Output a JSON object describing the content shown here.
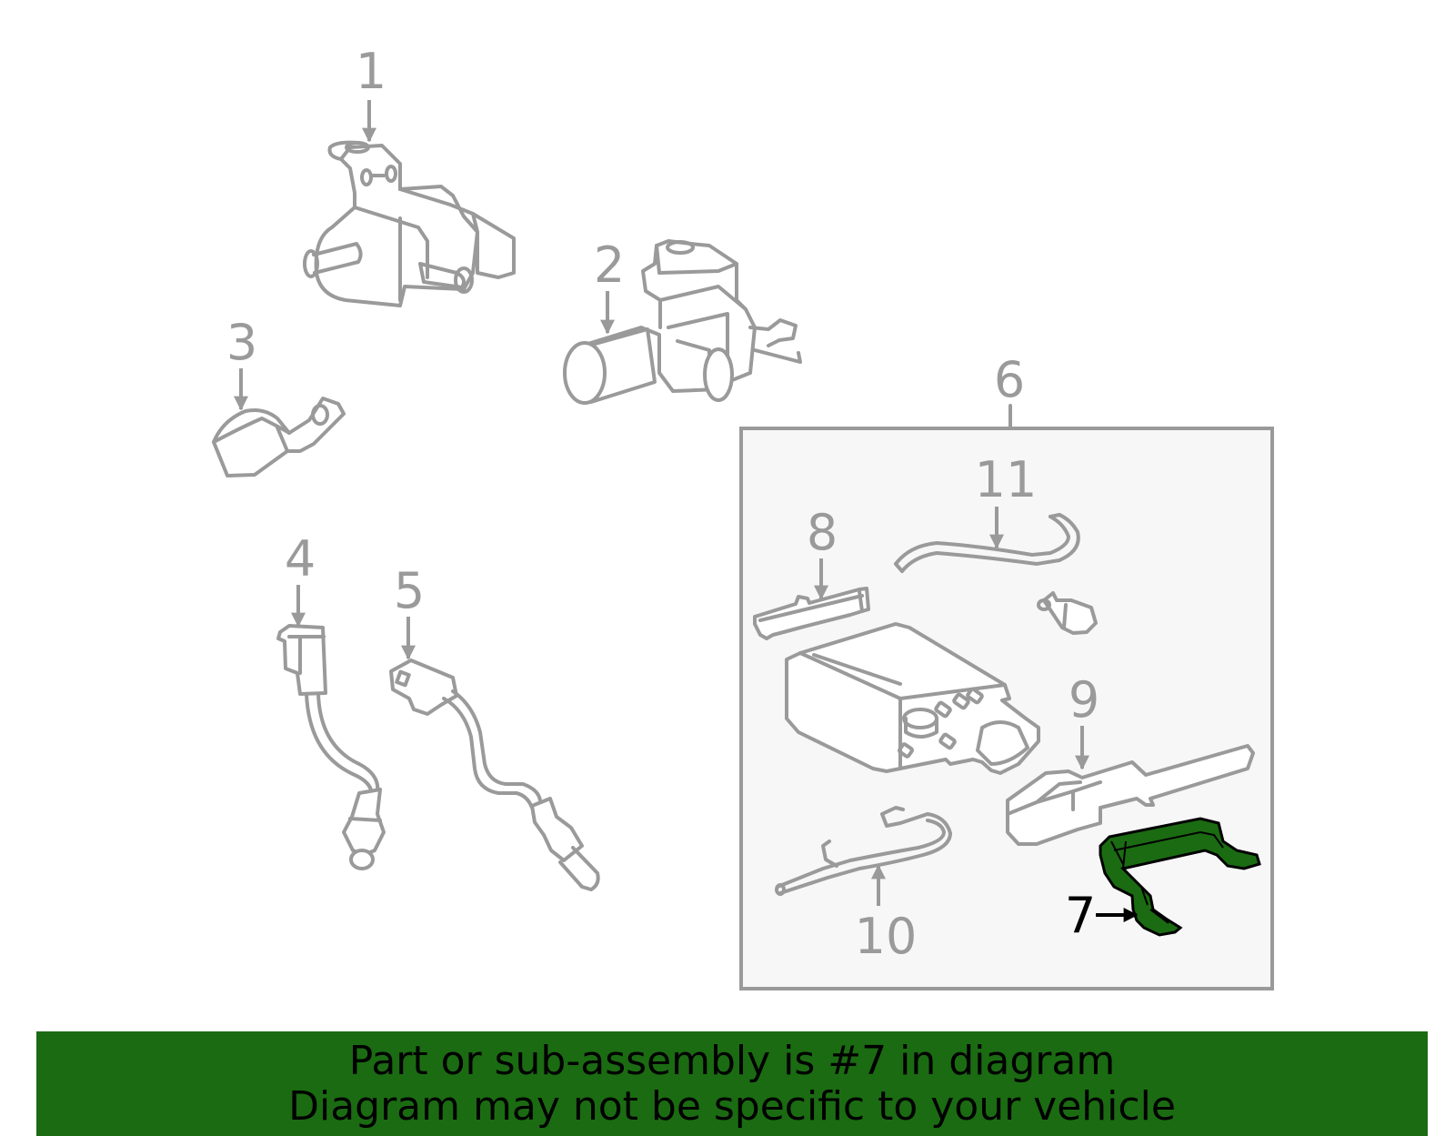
{
  "colors": {
    "part_line": "#9a9a9a",
    "label": "#9a9a9a",
    "highlight_fill": "#1b6b12",
    "highlight_label": "#000000",
    "box_stroke": "#9a9a9a",
    "box_fill": "#f7f7f7",
    "banner_bg": "#1b6b12",
    "banner_text": "#000000"
  },
  "callouts": [
    {
      "id": "1",
      "label": "1"
    },
    {
      "id": "2",
      "label": "2"
    },
    {
      "id": "3",
      "label": "3"
    },
    {
      "id": "4",
      "label": "4"
    },
    {
      "id": "5",
      "label": "5"
    },
    {
      "id": "6",
      "label": "6"
    },
    {
      "id": "7",
      "label": "7",
      "highlighted": true
    },
    {
      "id": "8",
      "label": "8"
    },
    {
      "id": "9",
      "label": "9"
    },
    {
      "id": "10",
      "label": "10"
    },
    {
      "id": "11",
      "label": "11"
    }
  ],
  "banner": {
    "line1": "Part or sub-assembly is #7 in diagram",
    "line2": "Diagram may not be specific to your vehicle"
  }
}
